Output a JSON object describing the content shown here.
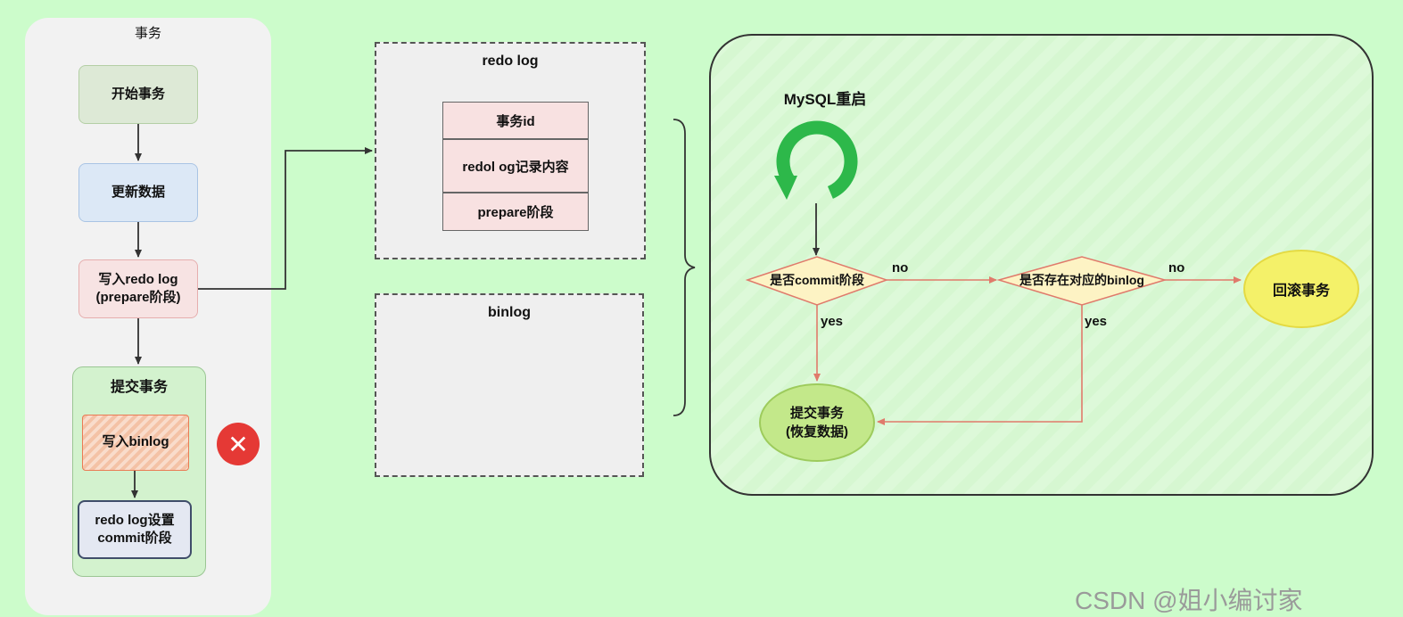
{
  "transaction": {
    "title": "事务",
    "start": "开始事务",
    "update": "更新数据",
    "write_redo_line1": "写入redo log",
    "write_redo_line2": "(prepare阶段)",
    "commit_group_title": "提交事务",
    "write_binlog": "写入binlog",
    "redo_commit_line1": "redo log设置",
    "redo_commit_line2": "commit阶段",
    "error_icon": "error-x-icon"
  },
  "redo_log": {
    "title": "redo log",
    "rows": [
      "事务id",
      "redol og记录内容",
      "prepare阶段"
    ]
  },
  "binlog": {
    "title": "binlog"
  },
  "restart": {
    "title": "MySQL重启",
    "restart_icon": "restart-arrow-icon",
    "decision1": "是否commit阶段",
    "decision2": "是否存在对应的binlog",
    "no1": "no",
    "no2": "no",
    "yes1": "yes",
    "yes2": "yes",
    "rollback": "回滚事务",
    "recover_line1": "提交事务",
    "recover_line2": "(恢复数据)"
  },
  "watermark": "CSDN @姐小编讨家",
  "colors": {
    "background": "#ccfccb",
    "flow_arrow": "#e07a6b",
    "error": "#e53935",
    "restart_icon": "#2db84a",
    "decision_fill": "#fdf3c4",
    "rollback_fill": "#f4f169",
    "recover_fill": "#c3e88a"
  }
}
